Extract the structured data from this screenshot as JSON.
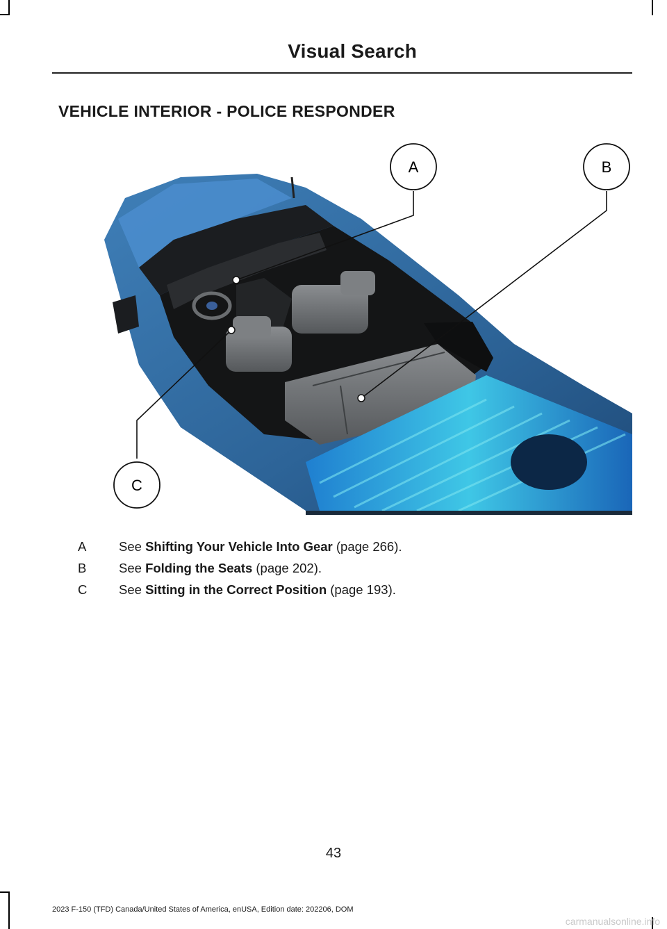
{
  "header": {
    "title": "Visual Search"
  },
  "section": {
    "title": "VEHICLE INTERIOR - POLICE RESPONDER"
  },
  "figure": {
    "labels": {
      "a": "A",
      "b": "B",
      "c": "C"
    }
  },
  "callouts": [
    {
      "letter": "A",
      "prefix": "See ",
      "link": "Shifting Your Vehicle Into Gear",
      "suffix": " (page 266)."
    },
    {
      "letter": "B",
      "prefix": "See ",
      "link": "Folding the Seats",
      "suffix": " (page 202)."
    },
    {
      "letter": "C",
      "prefix": "See ",
      "link": "Sitting in the Correct Position",
      "suffix": " (page 193)."
    }
  ],
  "page_number": "43",
  "footer": "2023 F-150 (TFD) Canada/United States of America, enUSA, Edition date: 202206, DOM",
  "watermark": "carmanualsonline.info"
}
